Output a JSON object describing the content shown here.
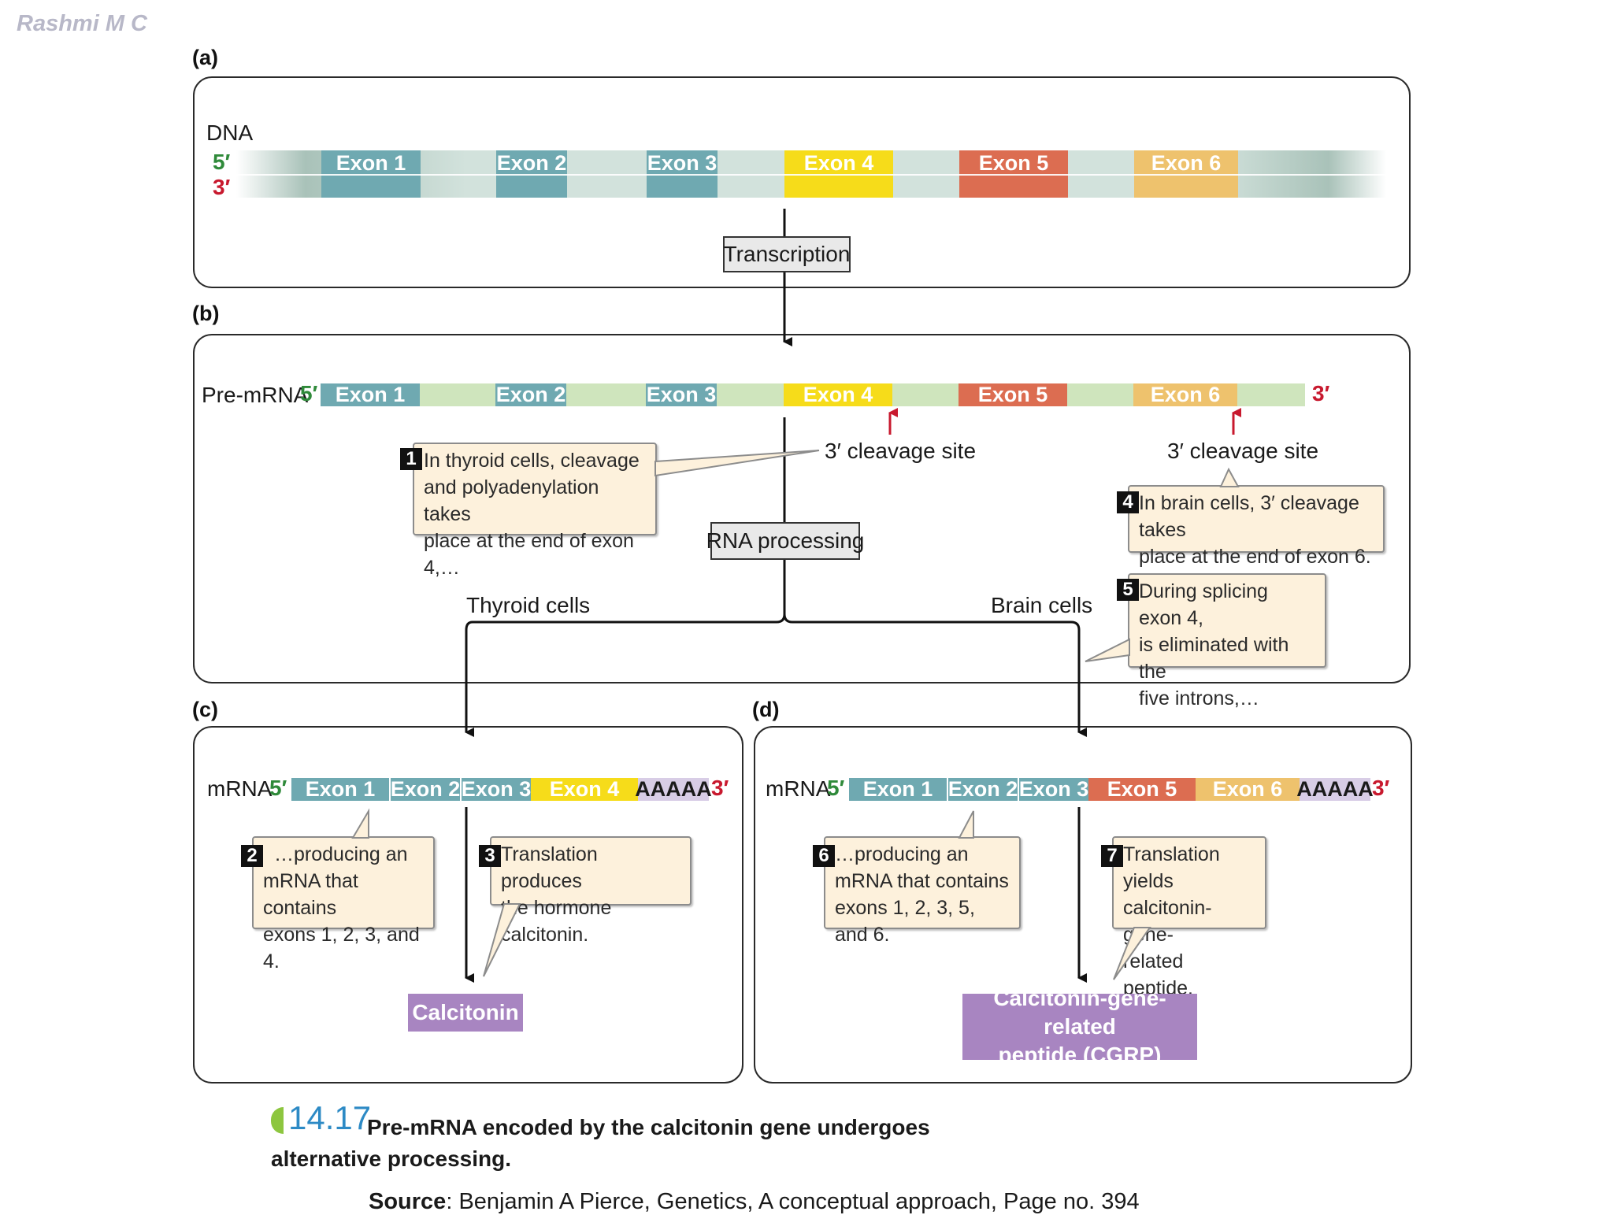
{
  "author": "Rashmi M C",
  "panels": {
    "a": {
      "label": "(a)",
      "dna_label": "DNA",
      "end5": "5′",
      "end3": "3′",
      "exons": [
        "Exon 1",
        "Exon 2",
        "Exon 3",
        "Exon 4",
        "Exon 5",
        "Exon 6"
      ],
      "transcription": "Transcription"
    },
    "b": {
      "label": "(b)",
      "pre_mrna_label": "Pre-mRNA",
      "end5": "5′",
      "end3": "3′",
      "exons": [
        "Exon 1",
        "Exon 2",
        "Exon 3",
        "Exon 4",
        "Exon 5",
        "Exon 6"
      ],
      "cleavage_site_1": "3′ cleavage site",
      "cleavage_site_2": "3′ cleavage site",
      "rna_processing": "RNA processing",
      "thyroid": "Thyroid cells",
      "brain": "Brain cells",
      "callout_1": {
        "num": "1",
        "lines": [
          "In thyroid cells, cleavage",
          "and polyadenylation takes",
          "place at the end of exon 4,…"
        ]
      },
      "callout_4": {
        "num": "4",
        "lines": [
          "In brain cells, 3′ cleavage takes",
          "place at the end of exon 6."
        ]
      },
      "callout_5": {
        "num": "5",
        "lines": [
          "During splicing exon 4,",
          "is eliminated  with the",
          "five introns,…"
        ]
      }
    },
    "c": {
      "label": "(c)",
      "mrna_label": "mRNA",
      "end5": "5′",
      "end3": "3′",
      "segments": [
        "Exon 1",
        "Exon 2",
        "Exon 3",
        "Exon 4",
        "AAAAA"
      ],
      "callout_2": {
        "num": "2",
        "lines": [
          "…producing an",
          "mRNA that contains",
          "exons 1, 2, 3, and 4."
        ]
      },
      "callout_3": {
        "num": "3",
        "lines": [
          "Translation produces",
          "the hormone calcitonin."
        ]
      },
      "product": "Calcitonin"
    },
    "d": {
      "label": "(d)",
      "mrna_label": "mRNA",
      "end5": "5′",
      "end3": "3′",
      "segments": [
        "Exon 1",
        "Exon 2",
        "Exon 3",
        "Exon 5",
        "Exon 6",
        "AAAAA"
      ],
      "callout_6": {
        "num": "6",
        "lines": [
          "…producing an",
          "mRNA that contains",
          "exons 1, 2, 3, 5, and 6."
        ]
      },
      "callout_7": {
        "num": "7",
        "lines": [
          "Translation yields",
          "calcitonin-gene-",
          "related peptide."
        ]
      },
      "product_line1": "Calcitonin-gene-related",
      "product_line2": "peptide (CGRP)"
    }
  },
  "caption": {
    "number": "14.17",
    "line1": "Pre-mRNA encoded by the calcitonin gene undergoes",
    "line2": "alternative processing."
  },
  "source": {
    "label": "Source",
    "text": ": Benjamin A Pierce, Genetics, A conceptual approach, Page no. 394"
  },
  "colors": {
    "exon_blue": "#6fa9b1",
    "exon_yellow": "#f6dc1a",
    "exon_red": "#dc6d51",
    "exon_orange": "#eec26d",
    "polyA": "#d8cde6",
    "product_purple": "#a885c1",
    "callout_bg": "#fdf1dc",
    "five_prime": "#2f8a3a",
    "three_prime": "#c8192e",
    "caption_blue": "#2d8ac5"
  }
}
